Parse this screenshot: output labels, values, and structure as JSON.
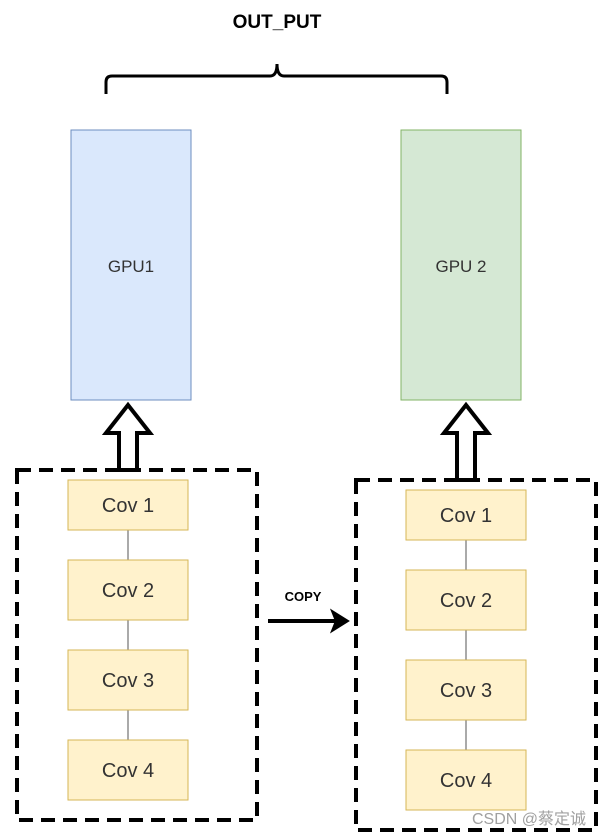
{
  "output_label": "OUT_PUT",
  "copy_label": "COPY",
  "gpus": [
    {
      "label": "GPU1",
      "fill": "#dae8fc",
      "stroke": "#6c8ebf"
    },
    {
      "label": "GPU 2",
      "fill": "#d5e8d4",
      "stroke": "#82b366"
    }
  ],
  "left_stack": [
    "Cov 1",
    "Cov 2",
    "Cov 3",
    "Cov 4"
  ],
  "right_stack": [
    "Cov 1",
    "Cov 2",
    "Cov 3",
    "Cov 4"
  ],
  "layer_fill": "#fff2cc",
  "layer_stroke": "#d6b656",
  "watermark": "CSDN @蔡定诚"
}
